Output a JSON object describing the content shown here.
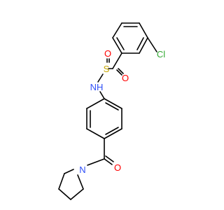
{
  "molecule": {
    "atoms": {
      "cl": {
        "label": "Cl",
        "color": "#33aa33"
      },
      "s": {
        "label": "S",
        "color": "#c6a600"
      },
      "o1": {
        "label": "O",
        "color": "#ff0000"
      },
      "o2": {
        "label": "O",
        "color": "#ff0000"
      },
      "nh": {
        "label": "NH",
        "color": "#3050f8"
      },
      "n": {
        "label": "N",
        "color": "#3050f8"
      },
      "o3": {
        "label": "O",
        "color": "#ff0000"
      }
    },
    "bond_color": "#000000"
  }
}
